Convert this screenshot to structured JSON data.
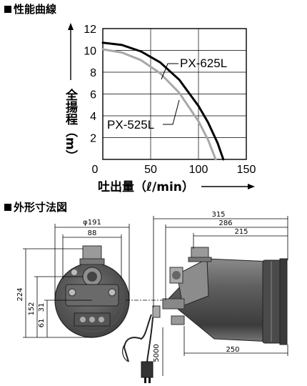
{
  "sections": {
    "performance": "性能曲線",
    "dimensions": "外形寸法図"
  },
  "chart_data": {
    "type": "line",
    "xlabel": "吐出量（ℓ/min）",
    "ylabel": "全揚程（m）",
    "xlim": [
      0,
      150
    ],
    "ylim": [
      0,
      12
    ],
    "xticks": [
      "0",
      "50",
      "100",
      "150"
    ],
    "yticks": [
      "2",
      "4",
      "6",
      "8",
      "10",
      "12"
    ],
    "grid": true,
    "series": [
      {
        "name": "PX-625L",
        "color": "#000000",
        "x": [
          0,
          20,
          40,
          60,
          80,
          100,
          110,
          120,
          126
        ],
        "y": [
          10.7,
          10.5,
          9.9,
          8.9,
          7.3,
          4.9,
          3.4,
          1.5,
          0
        ]
      },
      {
        "name": "PX-525L",
        "color": "#a8a8a8",
        "x": [
          0,
          20,
          40,
          60,
          80,
          100,
          110,
          118
        ],
        "y": [
          10.1,
          9.8,
          9.1,
          7.9,
          6.1,
          3.5,
          1.8,
          0
        ]
      }
    ]
  },
  "dimensions": {
    "front_width": "φ191",
    "top_width": "88",
    "height": "224",
    "center_152": "152",
    "offset_31": "31",
    "offset_61": "61",
    "total_length": "315",
    "length_286": "286",
    "length_215": "215",
    "base_length": "250",
    "cord_length": "5000"
  }
}
